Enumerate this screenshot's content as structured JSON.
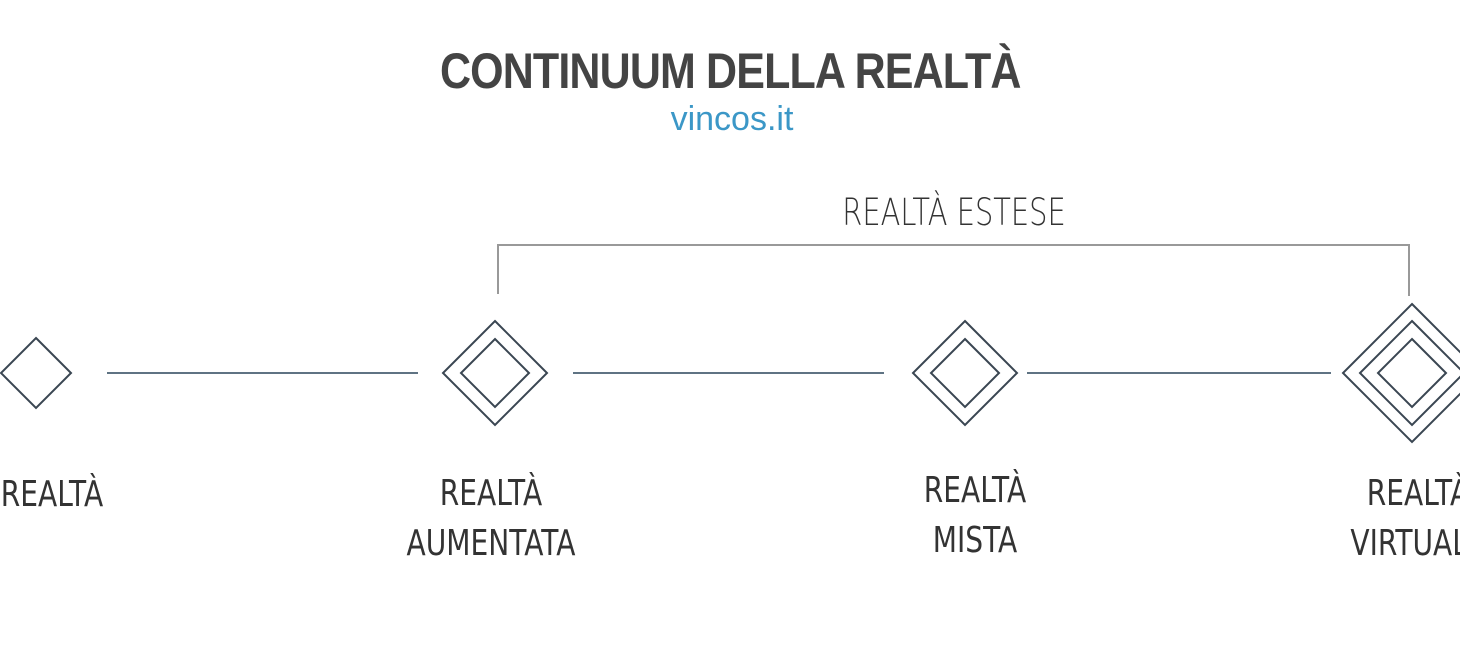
{
  "diagram": {
    "title": "CONTINUUM DELLA REALTÀ",
    "subtitle": "vincos.it",
    "bracket_label": "REALTÀ ESTESE",
    "nodes": [
      {
        "label_line1": "REALTÀ",
        "label_line2": ""
      },
      {
        "label_line1": "REALTÀ",
        "label_line2": "AUMENTATA"
      },
      {
        "label_line1": "REALTÀ",
        "label_line2": "MISTA"
      },
      {
        "label_line1": "REALTÀ",
        "label_line2": "VIRTUALE"
      }
    ],
    "colors": {
      "title": "#444444",
      "subtitle": "#3b97c7",
      "connector": "#5f7383",
      "diamond": "#3a4652",
      "bracket": "#999999"
    }
  }
}
